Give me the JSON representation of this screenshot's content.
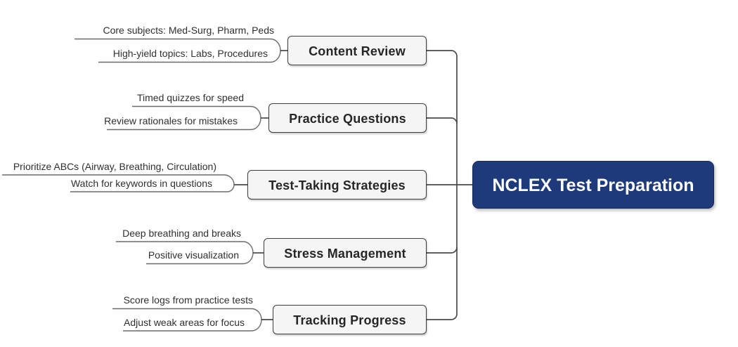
{
  "root": {
    "label": "NCLEX Test Preparation"
  },
  "branches": [
    {
      "label": "Content Review",
      "children": [
        "Core subjects: Med-Surg, Pharm, Peds",
        "High-yield topics: Labs, Procedures"
      ]
    },
    {
      "label": "Practice Questions",
      "children": [
        "Timed quizzes for speed",
        "Review rationales for mistakes"
      ]
    },
    {
      "label": "Test-Taking Strategies",
      "children": [
        "Prioritize ABCs (Airway, Breathing, Circulation)",
        "Watch for keywords in questions"
      ]
    },
    {
      "label": "Stress Management",
      "children": [
        "Deep breathing and breaks",
        "Positive visualization"
      ]
    },
    {
      "label": "Tracking Progress",
      "children": [
        "Score logs from practice tests",
        "Adjust weak areas for focus"
      ]
    }
  ],
  "colors": {
    "background": "#ffffff",
    "root_bg": "#1e3a7a",
    "root_text": "#ffffff",
    "branch_bg": "#f5f5f5",
    "branch_border": "#3d3d3d",
    "branch_text": "#262626",
    "leaf_text": "#303030",
    "connector_line": "#4a4a4a",
    "leaf_line": "#6a6a6a"
  }
}
